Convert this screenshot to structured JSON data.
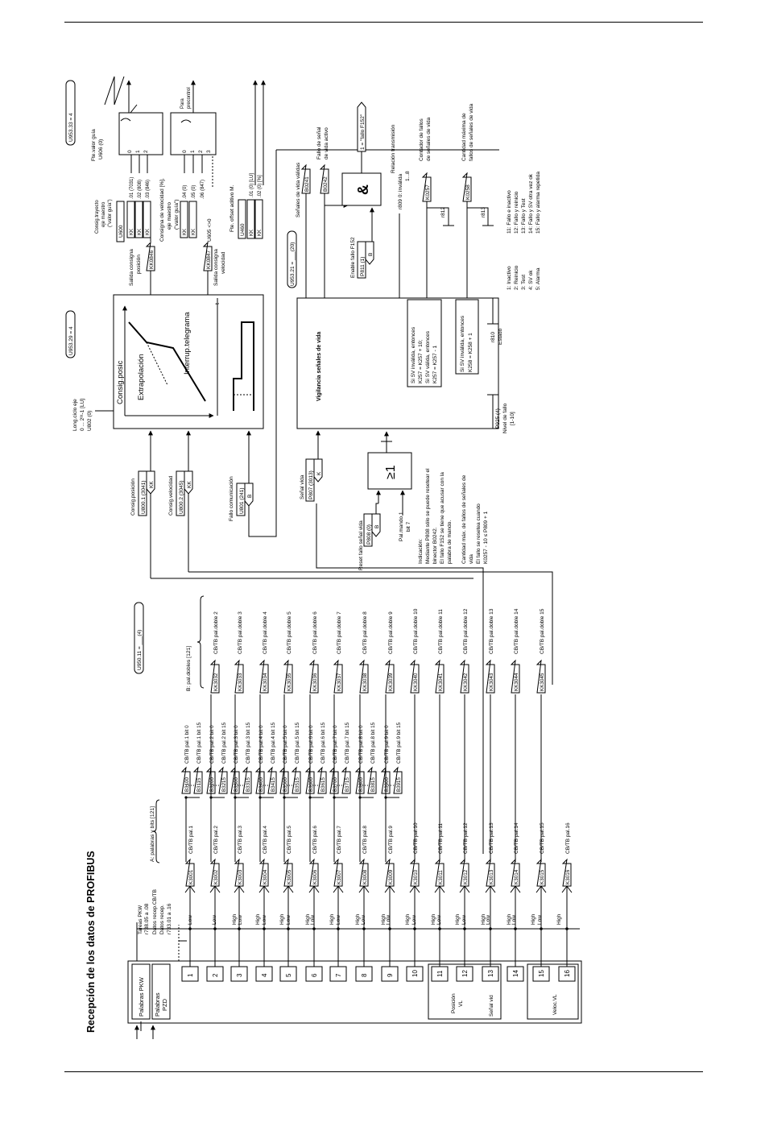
{
  "title": "Recepción de los datos de PROFIBUS",
  "io": {
    "palabras_pkw": "Palabras PKW",
    "palabras_pzd_1": "Palabras",
    "palabras_pzd_2": "PZD",
    "pzd_numbers": [
      "1",
      "2",
      "3",
      "4",
      "5",
      "6",
      "7",
      "8",
      "9",
      "10",
      "11",
      "12",
      "13",
      "14",
      "15",
      "16"
    ],
    "posicion_vl_1": "Posición",
    "posicion_vl_2": "VL",
    "senal_vid": "Señal vid",
    "veloc_vl": "Veloc.VL",
    "tareas_pkw_1": "Tareas PKW",
    "tareas_pkw_2": "r738.05 a .08",
    "datos_recep_1": "Datos recep.CB/TB",
    "datos_recep_2": "Datos recep.",
    "datos_recep_3": "r733.01 a .16",
    "low": "Low",
    "high": "High"
  },
  "words": {
    "header": "A: palabras y bits [121]",
    "items": [
      {
        "k": "K3001",
        "label": "CB/TB pal.1"
      },
      {
        "k": "K3002",
        "label": "CB/TB pal.2"
      },
      {
        "k": "K3003",
        "label": "CB/TB pal.3"
      },
      {
        "k": "K3004",
        "label": "CB/TB pal.4"
      },
      {
        "k": "K3005",
        "label": "CB/TB pal.5"
      },
      {
        "k": "K3006",
        "label": "CB/TB pal.6"
      },
      {
        "k": "K3007",
        "label": "CB/TB pal.7"
      },
      {
        "k": "K3008",
        "label": "CB/TB pal.8"
      },
      {
        "k": "K3009",
        "label": "CB/TB pal.9"
      },
      {
        "k": "K3010",
        "label": "CB/TB pal.10"
      },
      {
        "k": "K3011",
        "label": "CB/TB pal.11"
      },
      {
        "k": "K3012",
        "label": "CB/TB pal.12"
      },
      {
        "k": "K3013",
        "label": "CB/TB pal.13"
      },
      {
        "k": "K3014",
        "label": "CB/TB pal.14"
      },
      {
        "k": "K3015",
        "label": "CB/TB pal.15"
      },
      {
        "k": "K3016",
        "label": "CB/TB pal.16"
      }
    ]
  },
  "bits": [
    {
      "b0": "B3100",
      "b15": "B3115",
      "l0": "CB/TB pal.1 bit 0",
      "l15": "CB/TB pal.1 bit 15"
    },
    {
      "b0": "B3200",
      "b15": "B3215",
      "l0": "CB/TB pal.2 bit 0",
      "l15": "CB/TB pal.2 bit 15"
    },
    {
      "b0": "B3300",
      "b15": "B3315",
      "l0": "CB/TB pal.3 bit 0",
      "l15": "CB/TB pal.3 bit 15"
    },
    {
      "b0": "B3400",
      "b15": "B3415",
      "l0": "CB/TB pal.4 bit 0",
      "l15": "CB/TB pal.4 bit 15"
    },
    {
      "b0": "B3500",
      "b15": "B3515",
      "l0": "CB/TB pal.5 bit 0",
      "l15": "CB/TB pal.5 bit 15"
    },
    {
      "b0": "B3600",
      "b15": "B3615",
      "l0": "CB/TB pal.6 bit 0",
      "l15": "CB/TB pal.6 bit 15"
    },
    {
      "b0": "B3700",
      "b15": "B3715",
      "l0": "CB/TB pal.7 bit 0",
      "l15": "CB/TB pal.7 bit 15"
    },
    {
      "b0": "B3800",
      "b15": "B3815",
      "l0": "CB/TB pal.8 bit 0",
      "l15": "CB/TB pal.8 bit 15"
    },
    {
      "b0": "B3900",
      "b15": "B3915",
      "l0": "CB/TB pal.9 bit 0",
      "l15": "CB/TB pal.9 bit 15"
    }
  ],
  "doubles": {
    "header": "B: pal.dobles [121]",
    "param": "U950.11 = ___(4)",
    "items": [
      {
        "k": "KK3032",
        "label": "CB/TB pal.doble 2"
      },
      {
        "k": "KK3033",
        "label": "CB/TB pal.doble 3"
      },
      {
        "k": "KK3034",
        "label": "CB/TB pal.doble 4"
      },
      {
        "k": "KK3035",
        "label": "CB/TB pal.doble 5"
      },
      {
        "k": "KK3036",
        "label": "CB/TB pal.doble 6"
      },
      {
        "k": "KK3037",
        "label": "CB/TB pal.doble 7"
      },
      {
        "k": "KK3038",
        "label": "CB/TB pal.doble 8"
      },
      {
        "k": "KK3039",
        "label": "CB/TB pal.doble 9"
      },
      {
        "k": "KK3040",
        "label": "CB/TB pal.doble 10"
      },
      {
        "k": "KK3041",
        "label": "CB/TB pal.doble 11"
      },
      {
        "k": "KK3042",
        "label": "CB/TB pal.doble 12"
      },
      {
        "k": "KK3043",
        "label": "CB/TB pal.doble 13"
      },
      {
        "k": "KK3044",
        "label": "CB/TB pal.doble 14"
      },
      {
        "k": "KK3045",
        "label": "CB/TB pal.doble 15"
      }
    ]
  },
  "extrapolation": {
    "param": "U953.29 = 4",
    "consig_posic": "Consig.posic",
    "extrapolacion": "Extrapolación",
    "interrup": "Interrup.telegrama",
    "t": "t",
    "long_ciclo_1": "Long.ciclo eje",
    "long_ciclo_2": "0 ... 2³¹-1 [LU]",
    "long_ciclo_3": "U802 (0)",
    "in_posicion_label": "Consig.posición",
    "in_posicion_param": "U800.1 (3041)",
    "in_velocidad_label": "Consig.velocidad",
    "in_velocidad_param": "U800.2 (3045)",
    "kk": "KK",
    "k": "K",
    "b": "B",
    "in_fallo_label": "Fallo comunicación",
    "in_fallo_param": "U801 (241)",
    "out_pos_1": "Salida consigna",
    "out_pos_2": "posición",
    "out_pos_kk": "KK0846",
    "out_vel_1": "Salida consigna",
    "out_vel_2": "velocidad",
    "out_vel_kk": "KK0847"
  },
  "right_top": {
    "param": "U953.33 = 4",
    "consig_trayecto_1": "Consig.trayecto",
    "consig_trayecto_2": "eje maestro",
    "consig_trayecto_3": "(\"valor guía\")",
    "u600": "U600",
    "u600_vals": [
      ".01 (7031)",
      ".02 (808)",
      ".03 (846)"
    ],
    "sel_012": [
      "0",
      "1",
      "2"
    ],
    "fte_valor_guia_1": "Fte.valor guía",
    "fte_valor_guia_2": "U606 (0)",
    "consig_vel_1": "Consigna de velocidad [%],",
    "consig_vel_2": "eje maestro",
    "consig_vel_3": "(\"valor guía\")",
    "u605": "U605 <>0",
    "u605_vals": [
      ".04 (0)",
      ".05 (0)",
      ".06 (847)"
    ],
    "para_precontrol_1": "Para",
    "para_precontrol_2": "precontrol",
    "fte_offset_1": "Fte. offset aditivo M.",
    "fte_offset_2": "U460",
    "u460_vals": [
      ".01 (0) [LU]",
      ".02 (0) [%]"
    ],
    "sel_0123": [
      "0",
      "1",
      "2",
      "3"
    ]
  },
  "vigilancia": {
    "title": "Vigilancia señales de vida",
    "param": "U953.21 = ___(20)",
    "senal_vida_label": "Señal vida",
    "senal_vida_param": "P807 (3013)",
    "sv_validas": "Señales de vida válidas",
    "b0241": "B0241",
    "b0242": "B0242",
    "fallo_activo_1": "Fallo de señal",
    "fallo_activo_2": "de vida activo",
    "fallo_f152": "1 = \"fallo F152\"",
    "enable_label": "Enable fallo F152",
    "enable_param": "P811 (1)",
    "amp": "&",
    "relacion_1": "Relación transmisión",
    "relacion_2": "r809  0: inválida",
    "relacion_3": "1...8",
    "contador_1": "Contador de fallos",
    "contador_2": "de señales de vida",
    "k0257": "K0257",
    "r812": "r812",
    "cantidad_1": "Cantidad máxima de",
    "cantidad_2": "fallos de señales de vida",
    "k0258": "K0258",
    "r813": "r813",
    "box1_1": "Si SV inválida, entonces",
    "box1_2": "K257 = K257 + 10;",
    "box1_3": "Si SV válida, entonces",
    "box1_4": "K257 = K257 - 1",
    "box2_1": "Si SV inválida, entonces",
    "box2_2": "K258 = K258 + 1",
    "r810": "r810",
    "estado": "Estado",
    "p925_1": "P925 (4)",
    "p925_2": "Nivel de fallo",
    "p925_3": "[1-10]",
    "or_label": "≥1",
    "reset_label": "Reset fallo señal vida",
    "reset_param": "P808 (0)",
    "pal_mando_1": "Pal.mando 1",
    "pal_mando_2": "bit 7",
    "status_left": [
      "1:   Inactivo",
      "2:   Reinicio",
      "3:   Test",
      "4:   SV ok",
      "5:   Alarma"
    ],
    "status_right": [
      "11:  Fallo e inactivo",
      "12:  Fallo y reinicio",
      "13:  Fallo y Test",
      "14:  Fallo y SV otra vez ok",
      "15:  Fallo y alarma repetida"
    ],
    "notes": [
      "Indicación:",
      "Mediante P808 sólo se puede resetear el",
      "binector B0242.",
      "El fallo F152 se tiene que acusar con la",
      "palabra de mando.",
      "",
      "Cantidad máx. de fallos de señales de",
      "vida",
      "El fallo se resetea cuando",
      "K0257 - 10 ≤ P809 + 1"
    ]
  }
}
